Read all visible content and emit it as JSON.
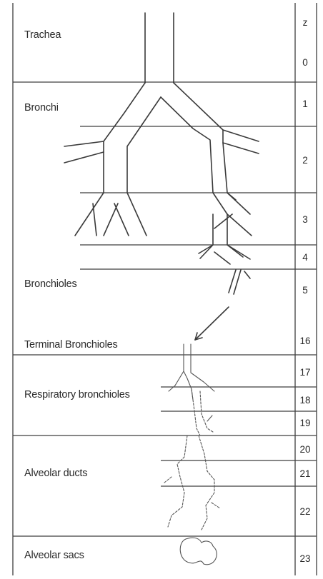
{
  "column_header": "z",
  "labels": [
    {
      "id": "trachea",
      "text": "Trachea"
    },
    {
      "id": "bronchi",
      "text": "Bronchi"
    },
    {
      "id": "bronchioles",
      "text": "Bronchioles"
    },
    {
      "id": "terminal-bronchioles",
      "text": "Terminal Bronchioles"
    },
    {
      "id": "respiratory-bronchioles",
      "text": "Respiratory bronchioles"
    },
    {
      "id": "alveolar-ducts",
      "text": "Alveolar ducts"
    },
    {
      "id": "alveolar-sacs",
      "text": "Alveolar sacs"
    }
  ],
  "generations": [
    "0",
    "1",
    "2",
    "3",
    "4",
    "5",
    "16",
    "17",
    "18",
    "19",
    "20",
    "21",
    "22",
    "23"
  ]
}
